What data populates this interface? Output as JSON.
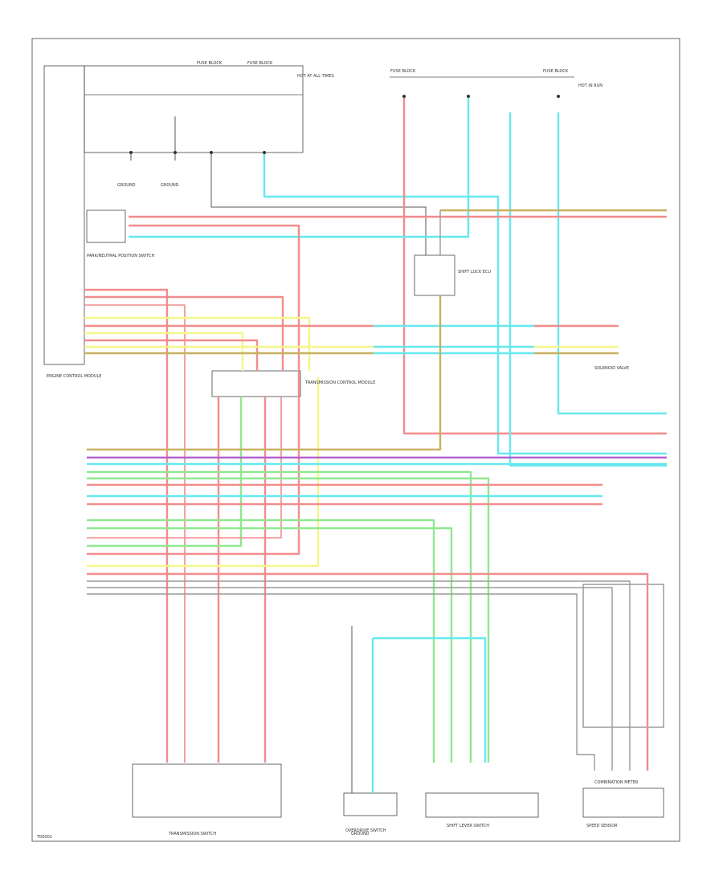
{
  "diagram": {
    "footer_code": "T00001",
    "wire_colors": {
      "red": "#f28c8c",
      "cyan": "#66e8ee",
      "yellow": "#f6f58a",
      "green": "#8fe88f",
      "olive": "#c8b060",
      "purple": "#b060d0",
      "gray": "#9a9a9a",
      "black": "#555555"
    },
    "labels": {
      "ecu_main": "ENGINE CONTROL MODULE",
      "pnp_switch": "PARK/NEUTRAL POSITION SWITCH",
      "tcm": "TRANSMISSION CONTROL MODULE",
      "shift_lock": "SHIFT LOCK ECU",
      "transmission_switch": "TRANSMISSION SWITCH",
      "shift_lever_switch": "SHIFT LEVER SWITCH",
      "overdrive_switch": "OVERDRIVE SWITCH",
      "speed_sensor": "SPEED SENSOR",
      "fuse_block_1": "FUSE BLOCK",
      "fuse_block_2": "FUSE BLOCK",
      "fuse_block_3": "FUSE BLOCK",
      "fuse_block_4": "FUSE BLOCK",
      "ground_1": "GROUND",
      "ground_2": "GROUND",
      "ground_3": "GROUND",
      "combination_meter": "COMBINATION METER",
      "hi_conn_1": "HOT AT ALL TIMES",
      "hi_conn_2": "HOT IN RUN",
      "solenoid_label": "SOLENOID VALVE"
    }
  }
}
